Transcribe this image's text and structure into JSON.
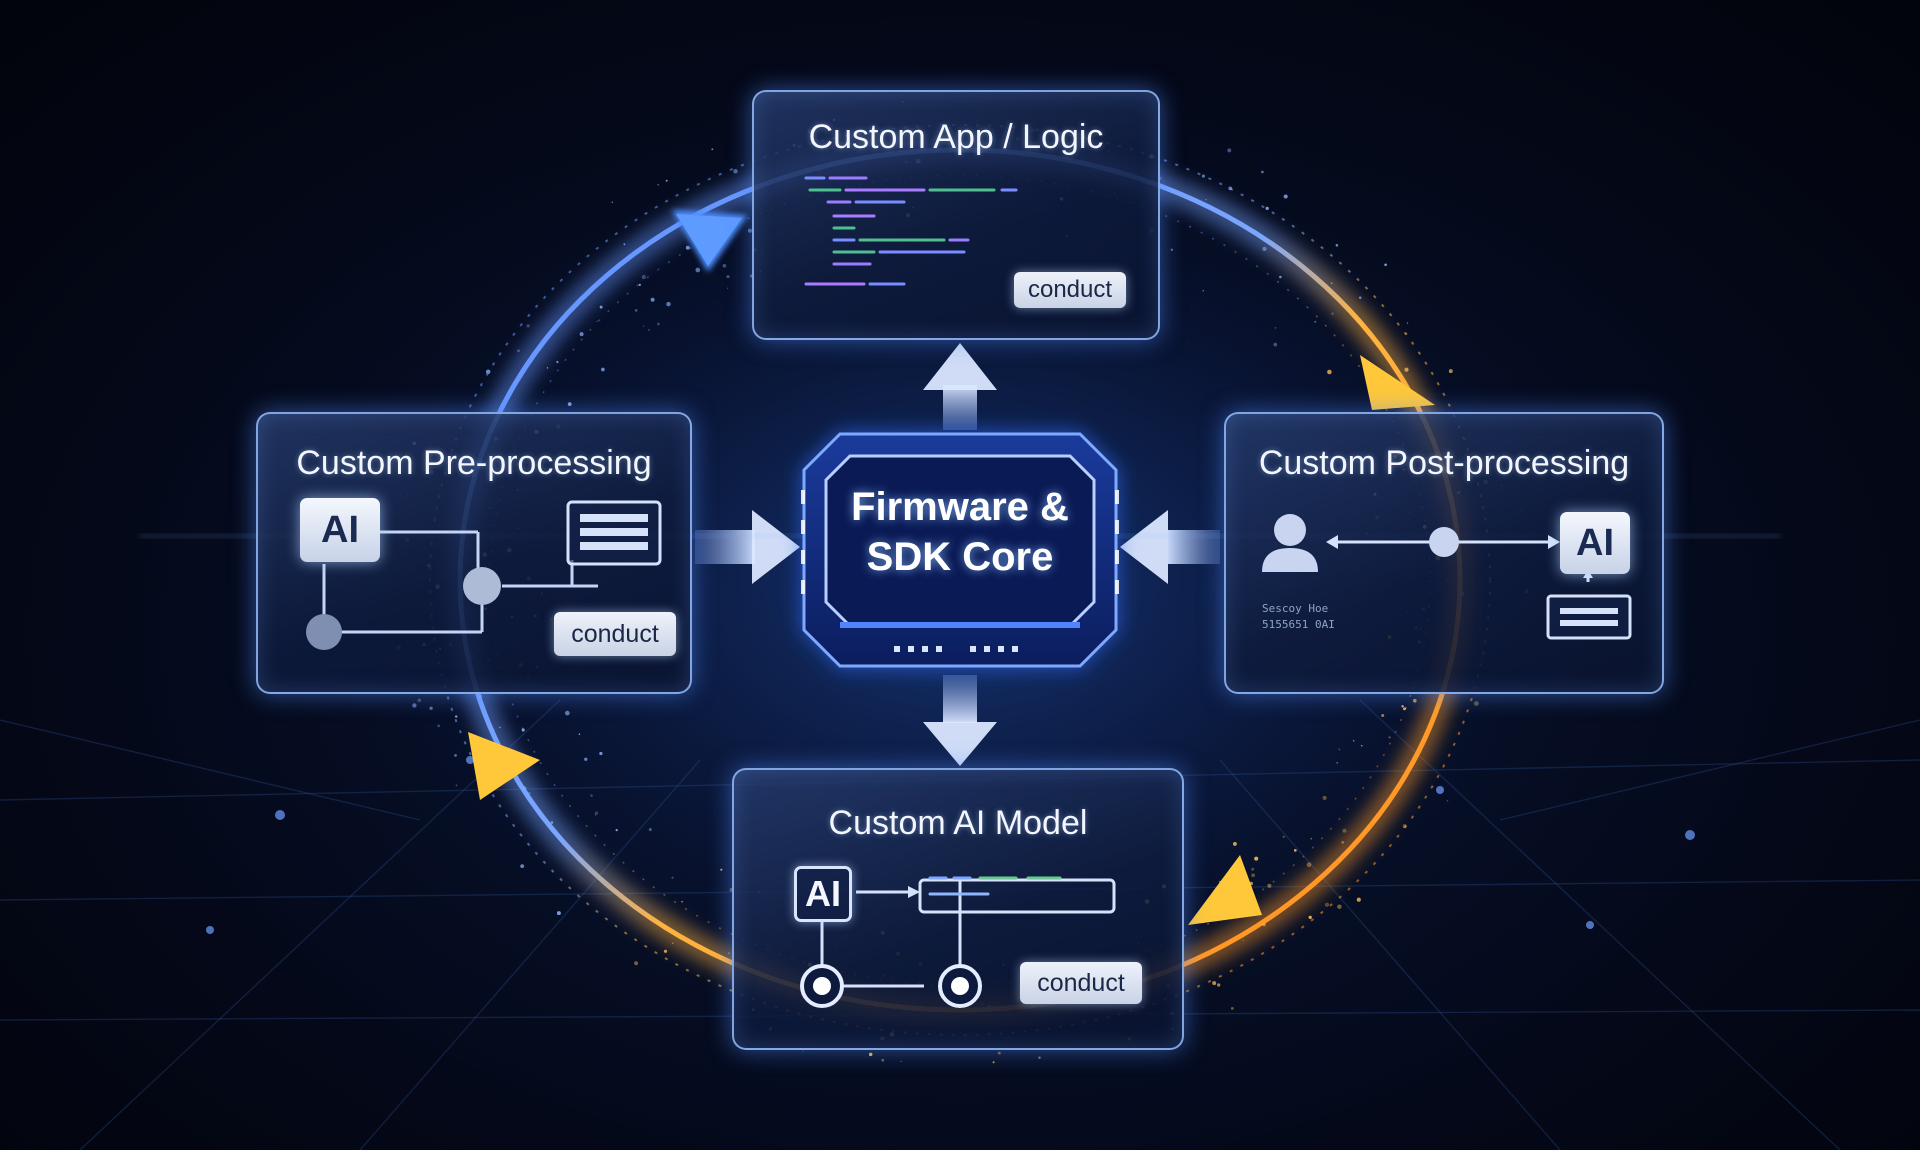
{
  "core": {
    "line1": "Firmware &",
    "line2": "SDK Core"
  },
  "panels": {
    "app": {
      "title": "Custom App / Logic",
      "chip": "conduct"
    },
    "pre": {
      "title": "Custom Pre-processing",
      "ai": "AI",
      "chip": "conduct"
    },
    "post": {
      "title": "Custom Post-processing",
      "ai": "AI",
      "caption_line1": "Sescoy Hoe",
      "caption_line2": "5155651 0AI"
    },
    "model": {
      "title": "Custom AI Model",
      "ai": "AI",
      "chip": "conduct"
    }
  },
  "colors": {
    "cool_ring": "#3f7dff",
    "warm_ring": "#ffa21f",
    "arrow_blue": "#4d8dff",
    "arrow_gold": "#ffc83a",
    "panel_border": "#96beff",
    "core_glow": "#2f6cff"
  },
  "icons": {
    "pre": [
      "ai-badge",
      "document-lines-icon",
      "node-icon"
    ],
    "post": [
      "user-icon",
      "ai-badge",
      "document-lines-icon",
      "node-icon"
    ],
    "model": [
      "ai-badge",
      "node-icon",
      "progress-bar-icon"
    ],
    "core": [
      "chip-icon"
    ]
  }
}
